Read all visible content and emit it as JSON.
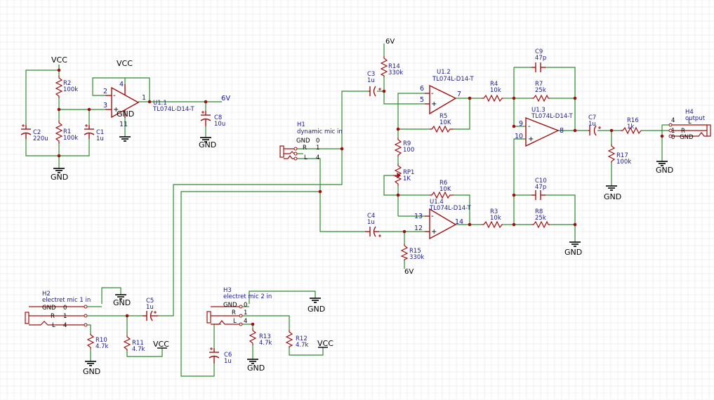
{
  "colors": {
    "background": "#ffffff",
    "grid": "#e6e6e6",
    "wire": "#2e8b2e",
    "component": "#a01010",
    "text_blue": "#1a1a8c",
    "text_black": "#000000",
    "junction": "#a01010"
  },
  "supply_labels": {
    "vcc": "VCC",
    "gnd": "GND",
    "six_v": "6V"
  },
  "components": {
    "R2": {
      "ref": "R2",
      "value": "100k"
    },
    "R1": {
      "ref": "R1",
      "value": "100k"
    },
    "C2": {
      "ref": "C2",
      "value": "220u"
    },
    "C1": {
      "ref": "C1",
      "value": "1u"
    },
    "C8": {
      "ref": "C8",
      "value": "10u"
    },
    "U1_1": {
      "ref": "U1.1",
      "value": "TL074L-D14-T"
    },
    "R14": {
      "ref": "R14",
      "value": "330k"
    },
    "C3": {
      "ref": "C3",
      "value": "1u"
    },
    "U1_2": {
      "ref": "U1.2",
      "value": "TL074L-D14-T"
    },
    "R4": {
      "ref": "R4",
      "value": "10k"
    },
    "R5": {
      "ref": "R5",
      "value": "10K"
    },
    "R9": {
      "ref": "R9",
      "value": "100"
    },
    "RP1": {
      "ref": "RP1",
      "value": "1K"
    },
    "R6": {
      "ref": "R6",
      "value": "10K"
    },
    "U1_4": {
      "ref": "U1.4",
      "value": "TL074L-D14-T"
    },
    "C4": {
      "ref": "C4",
      "value": "1u"
    },
    "R15": {
      "ref": "R15",
      "value": "330k"
    },
    "R3": {
      "ref": "R3",
      "value": "10k"
    },
    "C9": {
      "ref": "C9",
      "value": "47p"
    },
    "R7": {
      "ref": "R7",
      "value": "25k"
    },
    "U1_3": {
      "ref": "U1.3",
      "value": "TL074L-D14-T"
    },
    "C10": {
      "ref": "C10",
      "value": "47p"
    },
    "R8": {
      "ref": "R8",
      "value": "25k"
    },
    "C7": {
      "ref": "C7",
      "value": "1u"
    },
    "R16": {
      "ref": "R16",
      "value": "1k"
    },
    "R17": {
      "ref": "R17",
      "value": "100k"
    },
    "H1": {
      "ref": "H1",
      "value": "dynamic mic in"
    },
    "H2": {
      "ref": "H2",
      "value": "electret mic 1 in"
    },
    "H3": {
      "ref": "H3",
      "value": "electret mic 2 in"
    },
    "H4": {
      "ref": "H4",
      "value": "output"
    },
    "C5": {
      "ref": "C5",
      "value": "1u"
    },
    "C6": {
      "ref": "C6",
      "value": "1u"
    },
    "R10": {
      "ref": "R10",
      "value": "4.7k"
    },
    "R11": {
      "ref": "R11",
      "value": "4.7k"
    },
    "R12": {
      "ref": "R12",
      "value": "4.7k"
    },
    "R13": {
      "ref": "R13",
      "value": "4.7k"
    }
  },
  "pins": {
    "u11_plus": "3",
    "u11_minus": "2",
    "u11_out": "1",
    "u11_v4": "4",
    "u11_v11": "11",
    "u12_plus": "5",
    "u12_minus": "6",
    "u12_out": "7",
    "u14_plus": "12",
    "u14_minus": "13",
    "u14_out": "14",
    "u13_plus": "10",
    "u13_minus": "9",
    "u13_out": "8"
  },
  "jack_pins": {
    "gnd": "GND",
    "r": "R",
    "l": "L",
    "zero": "0",
    "one": "1",
    "four": "4"
  },
  "opamp_signs": {
    "plus": "+",
    "minus": "-"
  }
}
